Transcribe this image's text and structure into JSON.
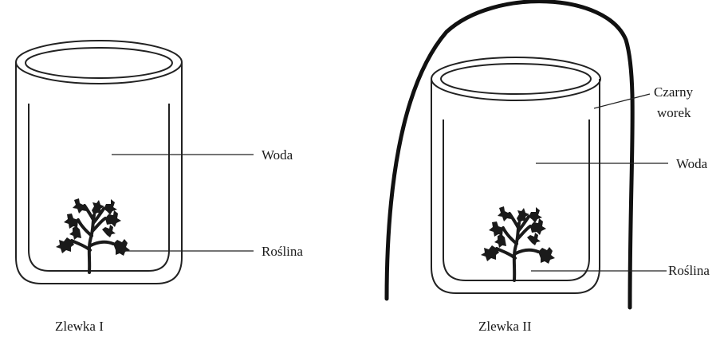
{
  "beakers": [
    {
      "caption": "Zlewka I",
      "labels": {
        "water": "Woda",
        "plant": "Roślina"
      }
    },
    {
      "caption": "Zlewka II",
      "labels": {
        "bag": "Czarny worek",
        "bag_line1": "Czarny",
        "bag_line2": "worek",
        "water": "Woda",
        "plant": "Roślina"
      }
    }
  ]
}
